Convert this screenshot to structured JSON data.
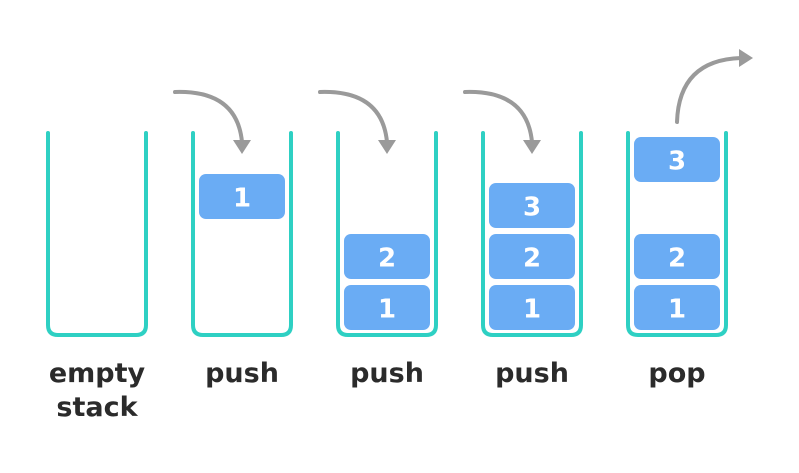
{
  "colors": {
    "container": "#2ed0c3",
    "block_fill": "#6aacf4",
    "block_text": "#ffffff",
    "arrow": "#9a9a9a",
    "label": "#2b2b2b"
  },
  "stacks": [
    {
      "name": "empty-stack",
      "label": [
        "empty",
        "stack"
      ],
      "blocks": [],
      "arrow": null
    },
    {
      "name": "push-1",
      "label": [
        "push"
      ],
      "blocks": [
        {
          "value": "1",
          "state": "incoming"
        }
      ],
      "arrow": "in"
    },
    {
      "name": "push-2",
      "label": [
        "push"
      ],
      "blocks": [
        {
          "value": "1",
          "state": "stacked"
        },
        {
          "value": "2",
          "state": "stacked"
        }
      ],
      "arrow": "in"
    },
    {
      "name": "push-3",
      "label": [
        "push"
      ],
      "blocks": [
        {
          "value": "1",
          "state": "stacked"
        },
        {
          "value": "2",
          "state": "stacked"
        },
        {
          "value": "3",
          "state": "stacked"
        }
      ],
      "arrow": "in"
    },
    {
      "name": "pop",
      "label": [
        "pop"
      ],
      "blocks": [
        {
          "value": "1",
          "state": "stacked"
        },
        {
          "value": "2",
          "state": "stacked"
        },
        {
          "value": "3",
          "state": "outgoing"
        }
      ],
      "arrow": "out"
    }
  ]
}
